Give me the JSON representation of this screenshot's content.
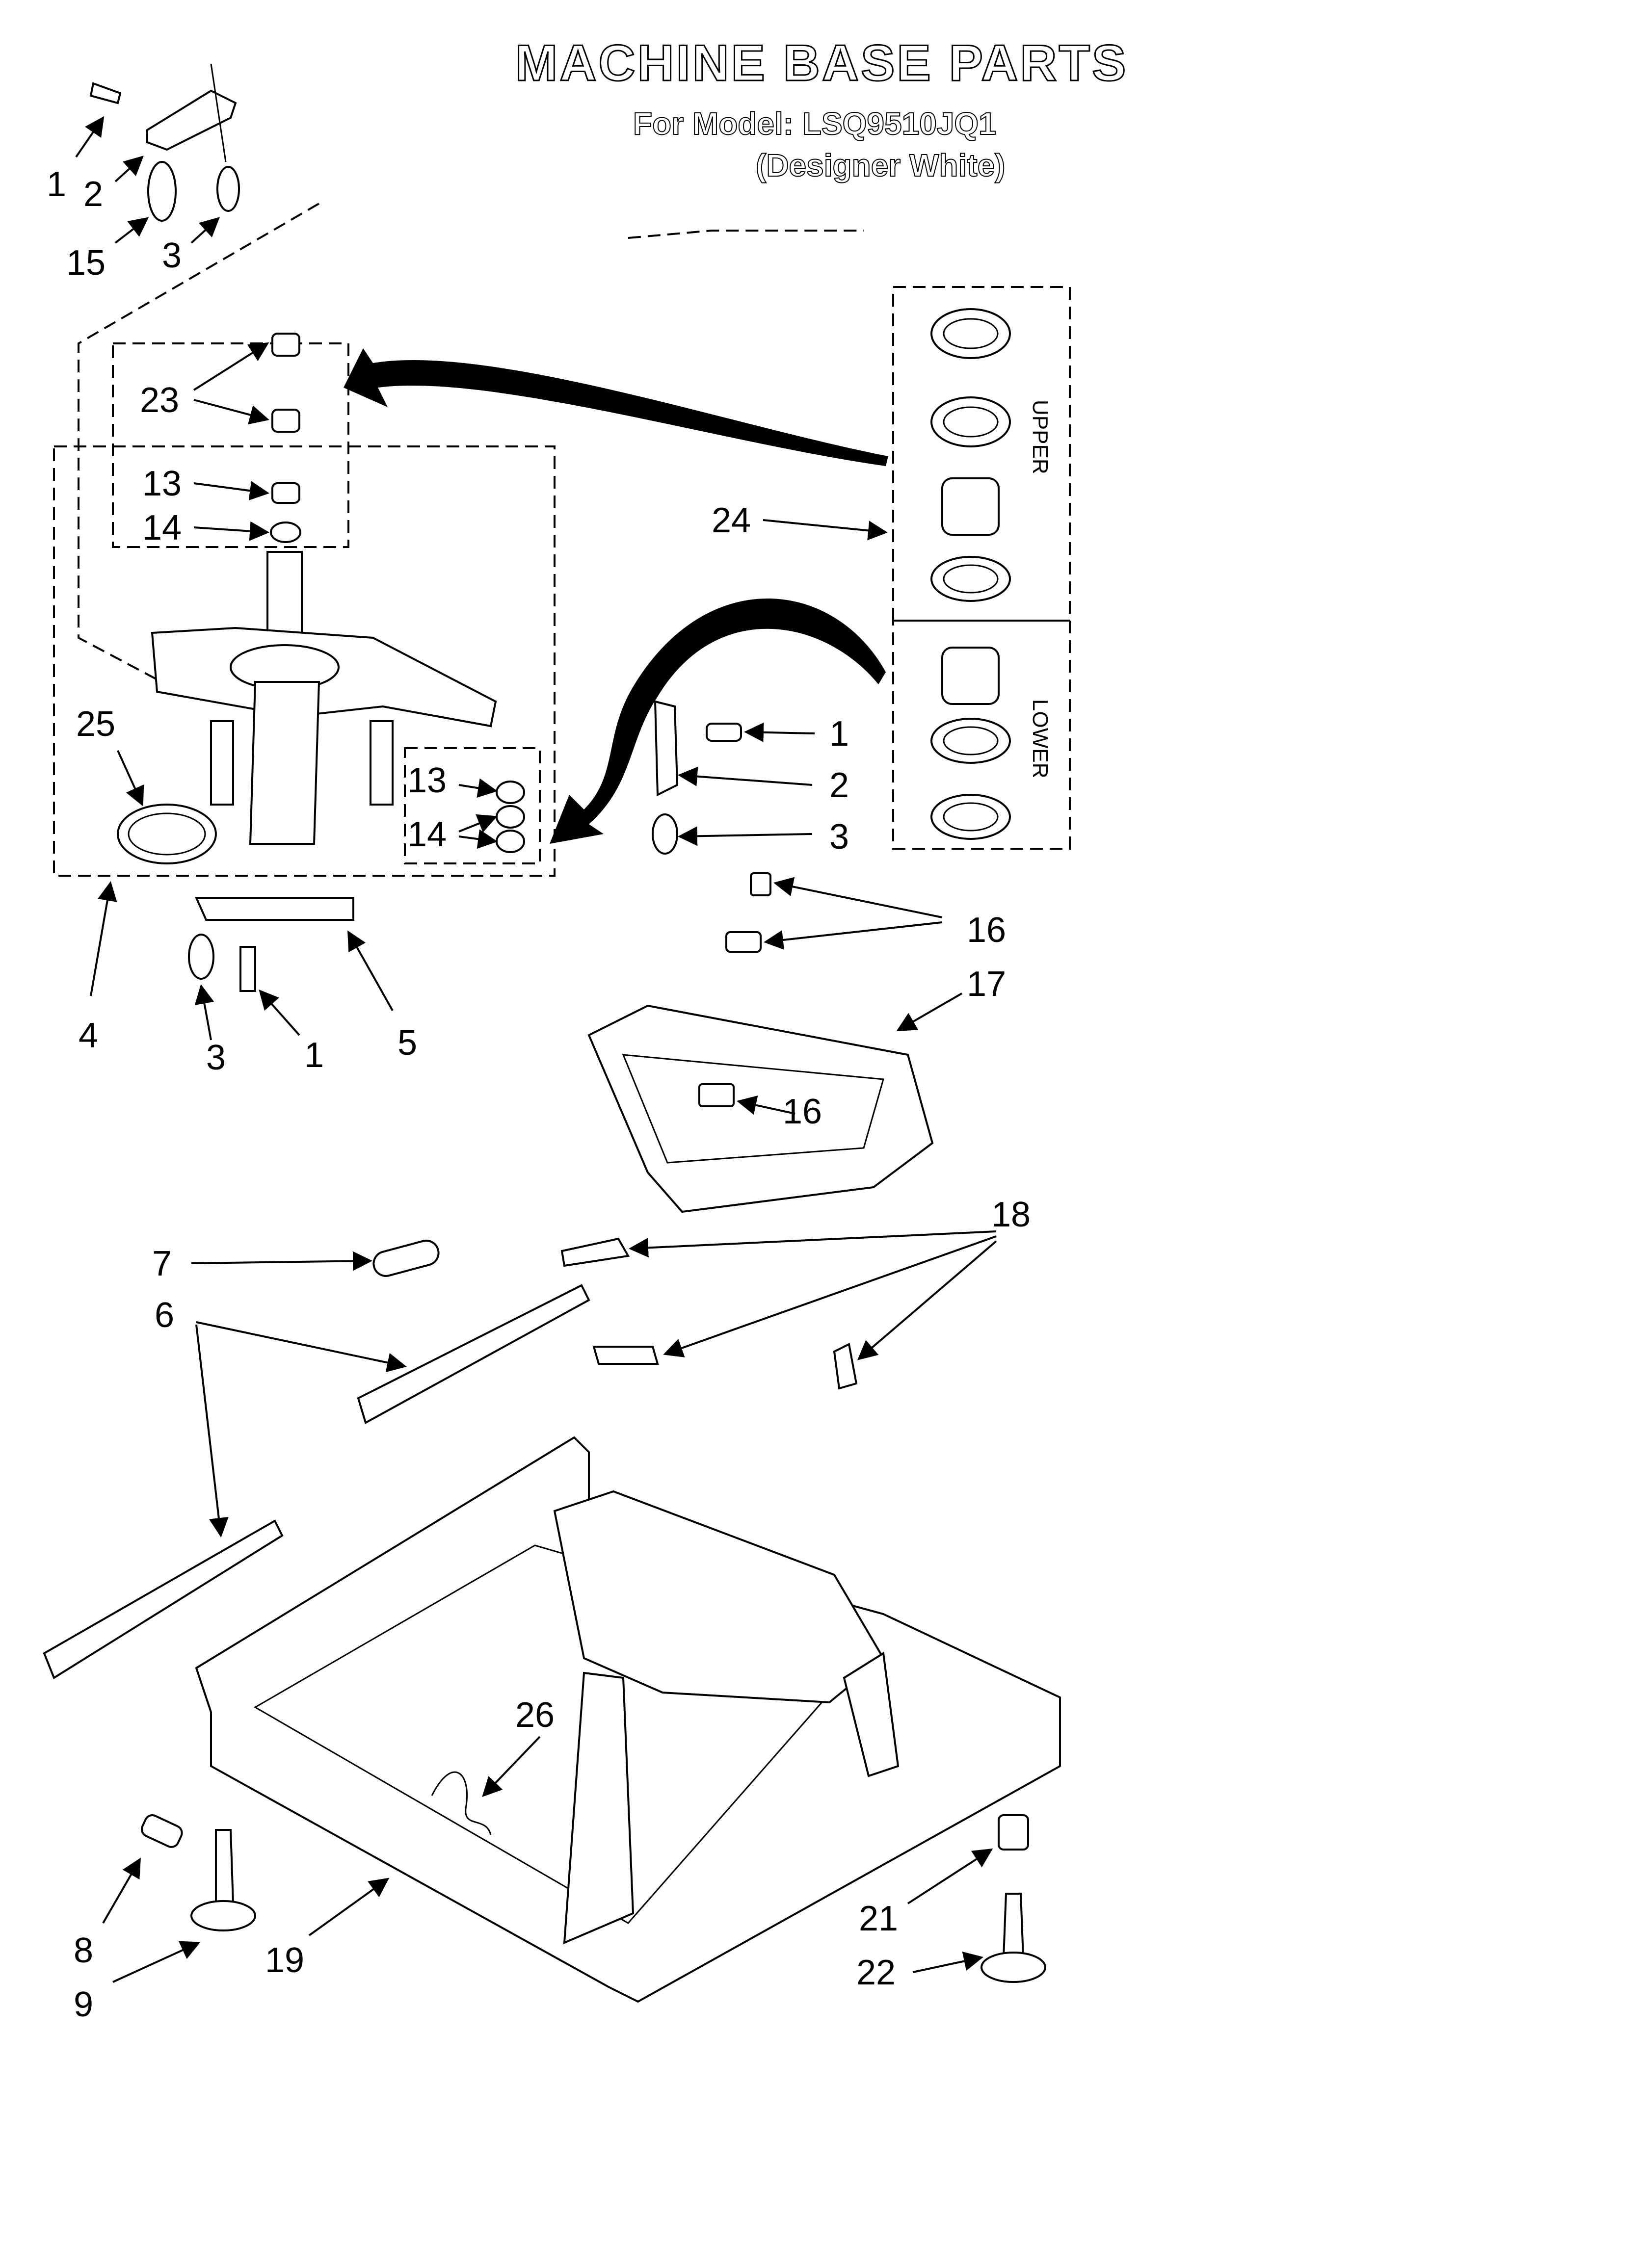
{
  "diagram": {
    "title": "MACHINE BASE PARTS",
    "model_line": "For Model: LSQ9510JQ1",
    "color_line": "(Designer White)",
    "panel_labels": {
      "upper": "UPPER",
      "lower": "LOWER"
    },
    "callouts": {
      "c1a": "1",
      "c2a": "2",
      "c15": "15",
      "c3a": "3",
      "c23": "23",
      "c13a": "13",
      "c14a": "14",
      "c24": "24",
      "c25": "25",
      "c13b": "13",
      "c14b": "14",
      "c1b": "1",
      "c2b": "2",
      "c3b": "3",
      "c4": "4",
      "c3c": "3",
      "c1c": "1",
      "c5": "5",
      "c16a": "16",
      "c17": "17",
      "c16b": "16",
      "c7": "7",
      "c6": "6",
      "c18": "18",
      "c26": "26",
      "c8": "8",
      "c9": "9",
      "c19": "19",
      "c21": "21",
      "c22": "22"
    }
  }
}
